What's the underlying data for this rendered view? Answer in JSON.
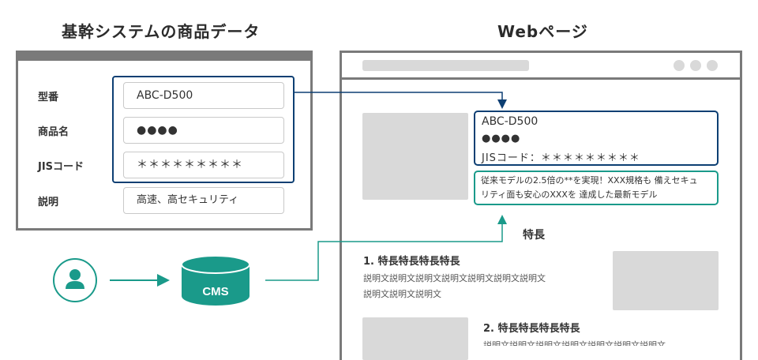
{
  "left_title": "基幹システムの商品データ",
  "right_title": "Webページ",
  "system": {
    "rows": [
      {
        "label": "型番",
        "value": "ABC-D500"
      },
      {
        "label": "商品名",
        "value": "●●●●"
      },
      {
        "label": "JISコード",
        "value": "＊＊＊＊＊＊＊＊＊"
      },
      {
        "label": "説明",
        "value": "高速、高セキュリティ"
      }
    ]
  },
  "cms": {
    "label": "CMS"
  },
  "web": {
    "model": "ABC-D500",
    "name": "●●●●",
    "jis": "JISコード：＊＊＊＊＊＊＊＊＊",
    "desc_line1": "従来モデルの2.5倍の**を実現！XXX規格も 備えセキュ",
    "desc_line2": "リティ面も安心のXXXを 達成した最新モデル",
    "features_heading": "特長",
    "feature1_title": "1.  特長特長特長特長",
    "feature1_text1": "説明文説明文説明文説明文説明文説明文説明文",
    "feature1_text2": "説明文説明文説明文",
    "feature2_title": "2.  特長特長特長特長",
    "feature2_text1": "説明文説明文説明文説明文説明文説明文説明文"
  },
  "colors": {
    "navy": "#0d3f73",
    "teal": "#1a9a8a",
    "gray": "#7a7a7a",
    "placeholder": "#d9d9d9"
  }
}
